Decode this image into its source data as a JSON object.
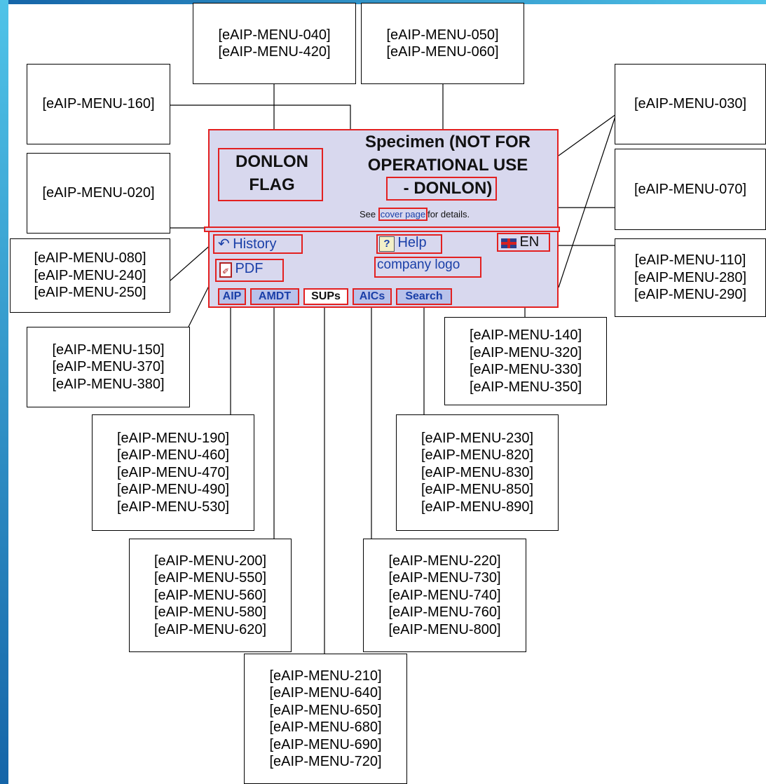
{
  "menu": {
    "flag_text": [
      "DONLON",
      "FLAG"
    ],
    "spec_text": [
      "Specimen (NOT FOR",
      "OPERATIONAL USE",
      "- DONLON)"
    ],
    "see_prefix": "See",
    "cover_page": "cover page",
    "see_suffix": "for details.",
    "history_label": "History",
    "help_label": "Help",
    "lang_label": "EN",
    "pdf_label": "PDF",
    "company_logo_label": "company logo",
    "tabs": [
      "AIP",
      "AMDT",
      "SUPs",
      "AICs",
      "Search"
    ],
    "colors": {
      "menu_bg": "#d8d8ee",
      "highlight": "#e32020",
      "link": "#1a3fa8"
    }
  },
  "callouts": {
    "c160": [
      "[eAIP-MENU-160]"
    ],
    "c020": [
      "[eAIP-MENU-020]"
    ],
    "c080": [
      "[eAIP-MENU-080]",
      "[eAIP-MENU-240]",
      "[eAIP-MENU-250]"
    ],
    "c040": [
      "[eAIP-MENU-040]",
      "[eAIP-MENU-420]"
    ],
    "c050": [
      "[eAIP-MENU-050]",
      "[eAIP-MENU-060]"
    ],
    "c030": [
      "[eAIP-MENU-030]"
    ],
    "c070": [
      "[eAIP-MENU-070]"
    ],
    "c110": [
      "[eAIP-MENU-110]",
      "[eAIP-MENU-280]",
      "[eAIP-MENU-290]"
    ],
    "c150": [
      "[eAIP-MENU-150]",
      "[eAIP-MENU-370]",
      "[eAIP-MENU-380]"
    ],
    "c140": [
      "[eAIP-MENU-140]",
      "[eAIP-MENU-320]",
      "[eAIP-MENU-330]",
      "[eAIP-MENU-350]"
    ],
    "c190": [
      "[eAIP-MENU-190]",
      "[eAIP-MENU-460]",
      "[eAIP-MENU-470]",
      "[eAIP-MENU-490]",
      "[eAIP-MENU-530]"
    ],
    "c230": [
      "[eAIP-MENU-230]",
      "[eAIP-MENU-820]",
      "[eAIP-MENU-830]",
      "[eAIP-MENU-850]",
      "[eAIP-MENU-890]"
    ],
    "c200": [
      "[eAIP-MENU-200]",
      "[eAIP-MENU-550]",
      "[eAIP-MENU-560]",
      "[eAIP-MENU-580]",
      "[eAIP-MENU-620]"
    ],
    "c220": [
      "[eAIP-MENU-220]",
      "[eAIP-MENU-730]",
      "[eAIP-MENU-740]",
      "[eAIP-MENU-760]",
      "[eAIP-MENU-800]"
    ],
    "c210": [
      "[eAIP-MENU-210]",
      "[eAIP-MENU-640]",
      "[eAIP-MENU-650]",
      "[eAIP-MENU-680]",
      "[eAIP-MENU-690]",
      "[eAIP-MENU-720]"
    ]
  }
}
